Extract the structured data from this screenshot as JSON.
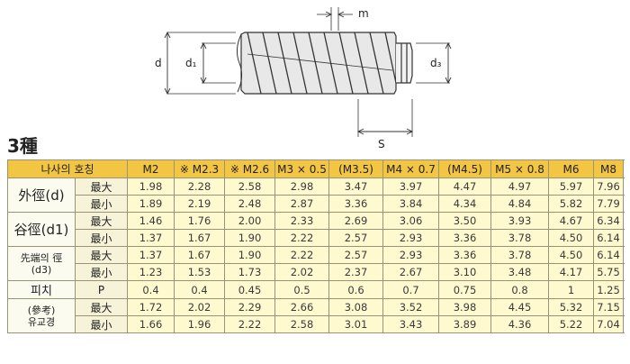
{
  "drawing": {
    "labels": {
      "d": "d",
      "d1": "d₁",
      "d3": "d₃",
      "m": "m",
      "s": "S"
    }
  },
  "title": "3種",
  "table": {
    "header_label": "나사의 호칭",
    "columns": [
      "M2",
      "※ M2.3",
      "※ M2.6",
      "M3 × 0.5",
      "(M3.5)",
      "M4 × 0.7",
      "(M4.5)",
      "M5 × 0.8",
      "M6",
      "M8"
    ],
    "groups": [
      {
        "label": "外徑(d)",
        "rows": [
          {
            "sub": "最大",
            "values": [
              "1.98",
              "2.28",
              "2.58",
              "2.98",
              "3.47",
              "3.97",
              "4.47",
              "4.97",
              "5.97",
              "7.96"
            ]
          },
          {
            "sub": "最小",
            "values": [
              "1.89",
              "2.19",
              "2.48",
              "2.87",
              "3.36",
              "3.84",
              "4.34",
              "4.84",
              "5.82",
              "7.79"
            ]
          }
        ]
      },
      {
        "label": "谷徑(d1)",
        "rows": [
          {
            "sub": "最大",
            "values": [
              "1.46",
              "1.76",
              "2.00",
              "2.33",
              "2.69",
              "3.06",
              "3.50",
              "3.93",
              "4.67",
              "6.34"
            ]
          },
          {
            "sub": "最小",
            "values": [
              "1.37",
              "1.67",
              "1.90",
              "2.22",
              "2.57",
              "2.93",
              "3.36",
              "3.78",
              "4.50",
              "6.14"
            ]
          }
        ]
      },
      {
        "label_lines": [
          "先端의 徑",
          "(d3)"
        ],
        "rows": [
          {
            "sub": "最大",
            "values": [
              "1.37",
              "1.67",
              "1.90",
              "2.22",
              "2.57",
              "2.93",
              "3.36",
              "3.78",
              "4.50",
              "6.14"
            ]
          },
          {
            "sub": "最小",
            "values": [
              "1.23",
              "1.53",
              "1.73",
              "2.02",
              "2.37",
              "2.67",
              "3.10",
              "3.48",
              "4.17",
              "5.75"
            ]
          }
        ]
      },
      {
        "label": "피치",
        "rows": [
          {
            "sub": "P",
            "values": [
              "0.4",
              "0.4",
              "0.45",
              "0.5",
              "0.6",
              "0.7",
              "0.75",
              "0.8",
              "1",
              "1.25"
            ]
          }
        ]
      },
      {
        "label_lines": [
          "(參考)",
          "유교경"
        ],
        "rows": [
          {
            "sub": "最大",
            "values": [
              "1.72",
              "2.02",
              "2.29",
              "2.66",
              "3.08",
              "3.52",
              "3.98",
              "4.45",
              "5.32",
              "7.15"
            ]
          },
          {
            "sub": "最小",
            "values": [
              "1.66",
              "1.96",
              "2.22",
              "2.58",
              "3.01",
              "3.43",
              "3.89",
              "4.36",
              "5.22",
              "7.04"
            ]
          }
        ]
      }
    ]
  }
}
